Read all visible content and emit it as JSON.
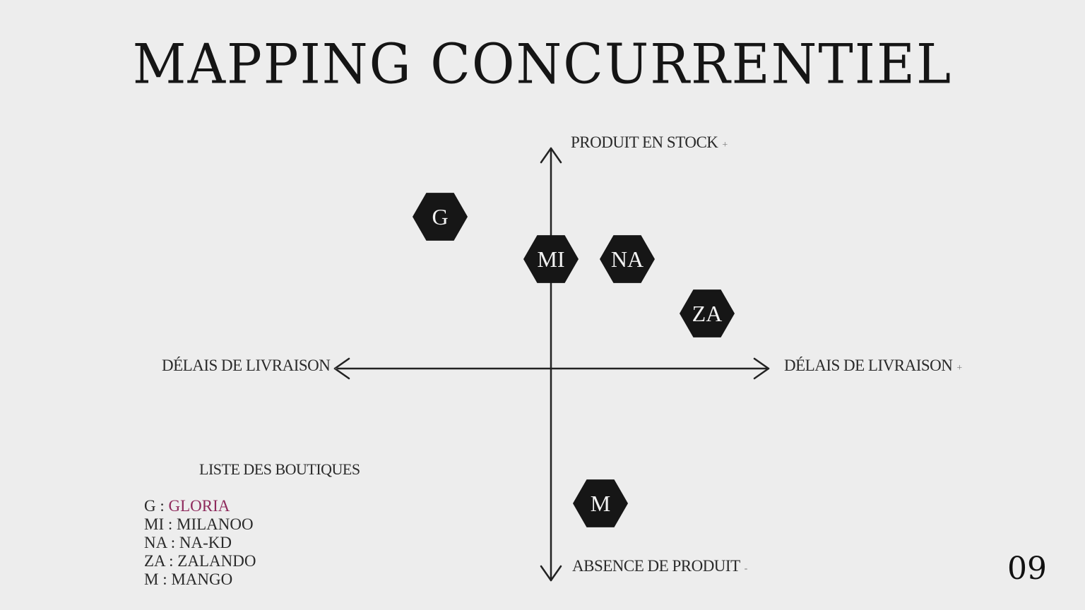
{
  "title": "MAPPING CONCURRENTIEL",
  "axes": {
    "top": {
      "text": "PRODUIT EN STOCK",
      "sign": "+"
    },
    "bottom": {
      "text": "ABSENCE DE PRODUIT",
      "sign": "-"
    },
    "left": {
      "text": "DÉLAIS DE LIVRAISON",
      "sign": "-"
    },
    "right": {
      "text": "DÉLAIS DE LIVRAISON",
      "sign": "+"
    }
  },
  "markers": [
    {
      "code": "G"
    },
    {
      "code": "MI"
    },
    {
      "code": "NA"
    },
    {
      "code": "ZA"
    },
    {
      "code": "M"
    }
  ],
  "legend": {
    "title": "LISTE DES BOUTIQUES",
    "items": [
      {
        "code": "G",
        "sep": " : ",
        "name": "GLORIA",
        "highlight": true
      },
      {
        "code": "MI",
        "sep": " : ",
        "name": "MILANOO",
        "highlight": false
      },
      {
        "code": "NA",
        "sep": " : ",
        "name": "NA-KD",
        "highlight": false
      },
      {
        "code": "ZA",
        "sep": " : ",
        "name": "ZALANDO",
        "highlight": false
      },
      {
        "code": "M",
        "sep": " : ",
        "name": "MANGO",
        "highlight": false
      }
    ],
    "highlight_color": "#8e2a5c"
  },
  "page_number": "09"
}
